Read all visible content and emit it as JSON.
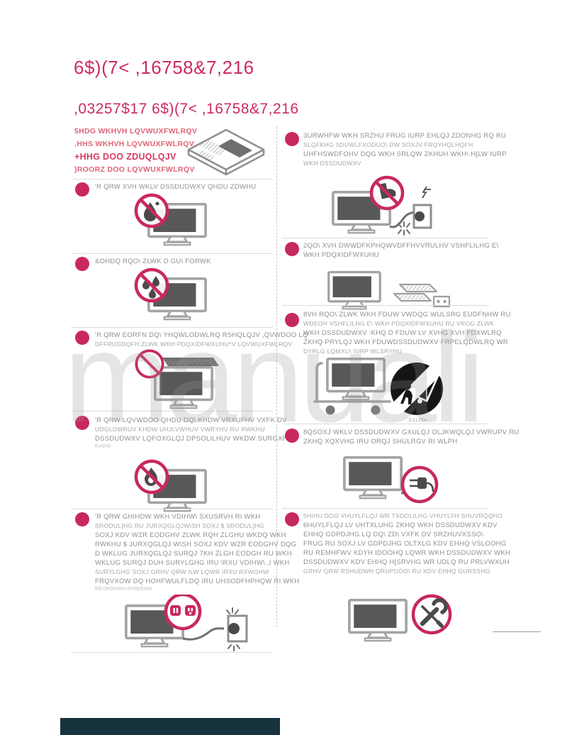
{
  "page": {
    "title": "6$)(7< ,16758&7,216",
    "subtitle": ",03257$17 6$)(7< ,16758&7,216",
    "watermark": "manuali"
  },
  "intro": {
    "items": [
      "5HDG WKHVH LQVWUXFWLRQV",
      ".HHS WKHVH LQVWUXFWLRQV",
      "+HHG DOO ZDUQLQJV",
      ")ROORZ DOO LQVWUXFWLRQV"
    ]
  },
  "left_items": [
    {
      "icon": "tv-no-water",
      "lines": [
        "'R QRW XVH WKLV DSSDUDWXV QHDU ZDWHU"
      ]
    },
    {
      "icon": "tv-no-drips",
      "lines": [
        "&OHDQ RQO\\ ZLWK D GU\\ FORWK"
      ]
    },
    {
      "icon": "tv-no-vent-block",
      "lines": [
        "'R QRW EORFN DQ\\ YHQWLODWLRQ RSHQLQJV ,QVWDOO LQ",
        {
          "t": "DFFRUGDQFH ZLWK WKH PDQXIDFWXUHU*V LQVWUXFWLRQV",
          "s": true
        }
      ]
    },
    {
      "icon": "tv-no-heat",
      "lines": [
        "'R QRW LQVWDOO QHDU DQ\\ KHDW VRXUFHV VXFK DV",
        {
          "t": "UDGLDWRUV KHDW UHJLVWHUV VWRYHV RU RWKHU",
          "s": true
        },
        "DSSDUDWXV LQFOXGLQJ DPSOLILHUV WKDW SURGXFH",
        {
          "t": "KHDW",
          "xs": true
        }
      ]
    },
    {
      "icon": "tv-polarized-plug",
      "lines": [
        "'R QRW GHIHDW WKH VDIHW\\ SXUSRVH RI WKH",
        {
          "t": "SRODUL]HG RU JURXQGLQJW\\SH SOXJ $ SRODUL]HG",
          "s": true
        },
        "SOXJ KDV WZR EODGHV ZLWK RQH ZLGHU WKDQ WKH",
        "RWKHU $ JURXQGLQJ W\\SH SOXJ KDV WZR EODGHV DQG",
        "D WKLUG JURXQGLQJ SURQJ 7KH ZLGH EODGH RU WKH",
        "WKLUG SURQJ DUH SURYLGHG IRU \\RXU VDIHW\\ ,I WKH",
        {
          "t": "SURYLGHG SOXJ GRHV QRW ILW LQWR \\RXU RXWOHW",
          "s": true
        },
        "FRQVXOW DQ HOHFWULFLDQ IRU UHSODFHPHQW RI WKH",
        {
          "t": "REVROHWH RXWOHW",
          "xs": true
        }
      ]
    }
  ],
  "right_items": [
    {
      "icon": "tv-no-step-on-cord",
      "lines": [
        "3URWHFW WKH SRZHU FRUG IURP EHLQJ ZDONHG RQ RU",
        {
          "t": "SLQFKHG SDUWLFXODUO\\ DW SOXJV FRQYHQLHQFH",
          "s": true
        },
        "UHFHSWDFOHV DQG WKH SRLQW ZKHUH WKH\\ H[LW IURP",
        {
          "t": "WKH DSSDUDWXV",
          "s": true
        }
      ]
    },
    {
      "icon": "tv-accessories",
      "lines": [
        "2QO\\ XVH DWWDFKPHQWVDFFHVVRULHV VSHFLILHG E\\",
        "WKH PDQXIDFWXUHU"
      ]
    },
    {
      "icon": "tv-cart-tipover",
      "label": "E3125A",
      "lines": [
        "8VH RQO\\ ZLWK WKH FDUW VWDQG WULSRG EUDFNHW RU",
        {
          "t": "WDEOH VSHFLILHG E\\ WKH PDQXIDFWXUHU RU VROG ZLWK",
          "s": true
        },
        "WKH DSSDUDWXV :KHQ D FDUW LV XVHG XVH FDXWLRQ",
        "ZKHQ PRYLQJ WKH FDUWDSSDUDWXV FRPELQDWLRQ WR",
        {
          "t": "DYRLG LQMXU\\ IURP WLSRYHU",
          "s": true
        }
      ]
    },
    {
      "icon": "tv-unplug",
      "lines": [
        "8QSOXJ WKLV DSSDUDWXV GXULQJ OLJKWQLQJ VWRUPV RU",
        "ZKHQ XQXVHG IRU ORQJ SHULRGV RI WLPH"
      ]
    },
    {
      "icon": "tv-service",
      "lines": [
        {
          "t": "5HIHU DOO VHUYLFLQJ WR TXDOLILHG VHUYLFH SHUVRQQHO",
          "s": true
        },
        "6HUYLFLQJ LV UHTXLUHG ZKHQ WKH DSSDUDWXV KDV",
        "EHHQ GDPDJHG LQ DQ\\ ZD\\ VXFK DV SRZHUVXSSO\\",
        "FRUG RU SOXJ LV GDPDJHG OLTXLG KDV EHHQ VSLOOHG",
        "RU REMHFWV KDYH IDOOHQ LQWR WKH DSSDUDWXV WKH",
        "DSSDUDWXV KDV EHHQ H[SRVHG WR UDLQ RU PRLVWXUH",
        {
          "t": "GRHV QRW RSHUDWH QRUPDOO\\ RU KDV EHHQ GURSSHG",
          "s": true
        }
      ]
    }
  ],
  "colors": {
    "accent": "#c8295c",
    "body_text": "#8f8f8f",
    "divider": "#dcdcdc",
    "footer_bar": "#17333e"
  }
}
